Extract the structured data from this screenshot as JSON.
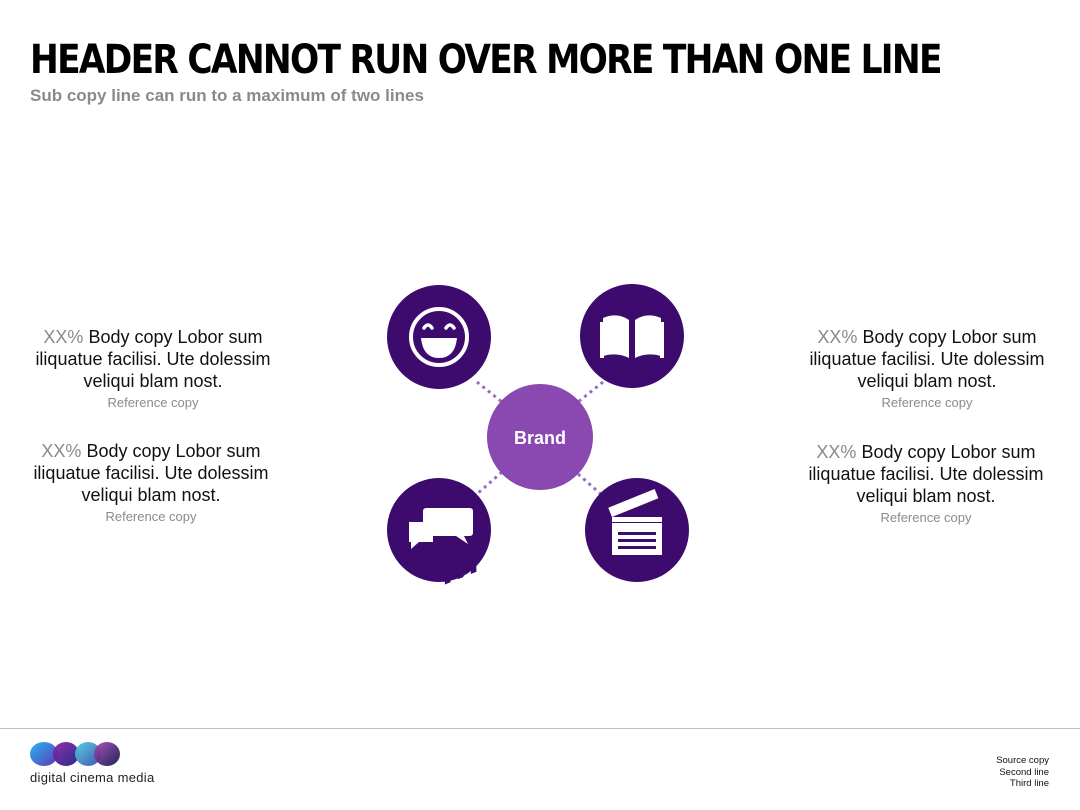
{
  "header": "HEADER CANNOT RUN OVER MORE THAN ONE LINE",
  "subcopy": "Sub copy line can run to a maximum of two lines",
  "center_label": "Brand",
  "colors": {
    "dark_purple": "#3d0a6e",
    "brand_purple": "#8a49b0",
    "connector": "#9a6cc0"
  },
  "icons": [
    "smiley-icon",
    "open-book-icon",
    "speech-bubbles-icon",
    "clapperboard-icon"
  ],
  "blocks": [
    {
      "pct": "XX%",
      "body_first": " Body copy Lobor sum",
      "body_rest": "iliquatue facilisi. Ute dolessim veliqui blam nost.",
      "ref": "Reference copy"
    },
    {
      "pct": "XX%",
      "body_first": " Body copy Lobor sum",
      "body_rest": "iliquatue facilisi. Ute dolessim veliqui blam nost.",
      "ref": "Reference copy"
    },
    {
      "pct": "XX%",
      "body_first": " Body copy Lobor sum",
      "body_rest": "iliquatue facilisi. Ute dolessim veliqui blam nost.",
      "ref": "Reference copy"
    },
    {
      "pct": "XX%",
      "body_first": " Body copy Lobor sum",
      "body_rest": "iliquatue facilisi. Ute dolessim veliqui blam nost.",
      "ref": "Reference copy"
    }
  ],
  "footer": {
    "logo_text": "digital cinema media",
    "source_lines": [
      "Source copy",
      "Second line",
      "Third line"
    ]
  }
}
